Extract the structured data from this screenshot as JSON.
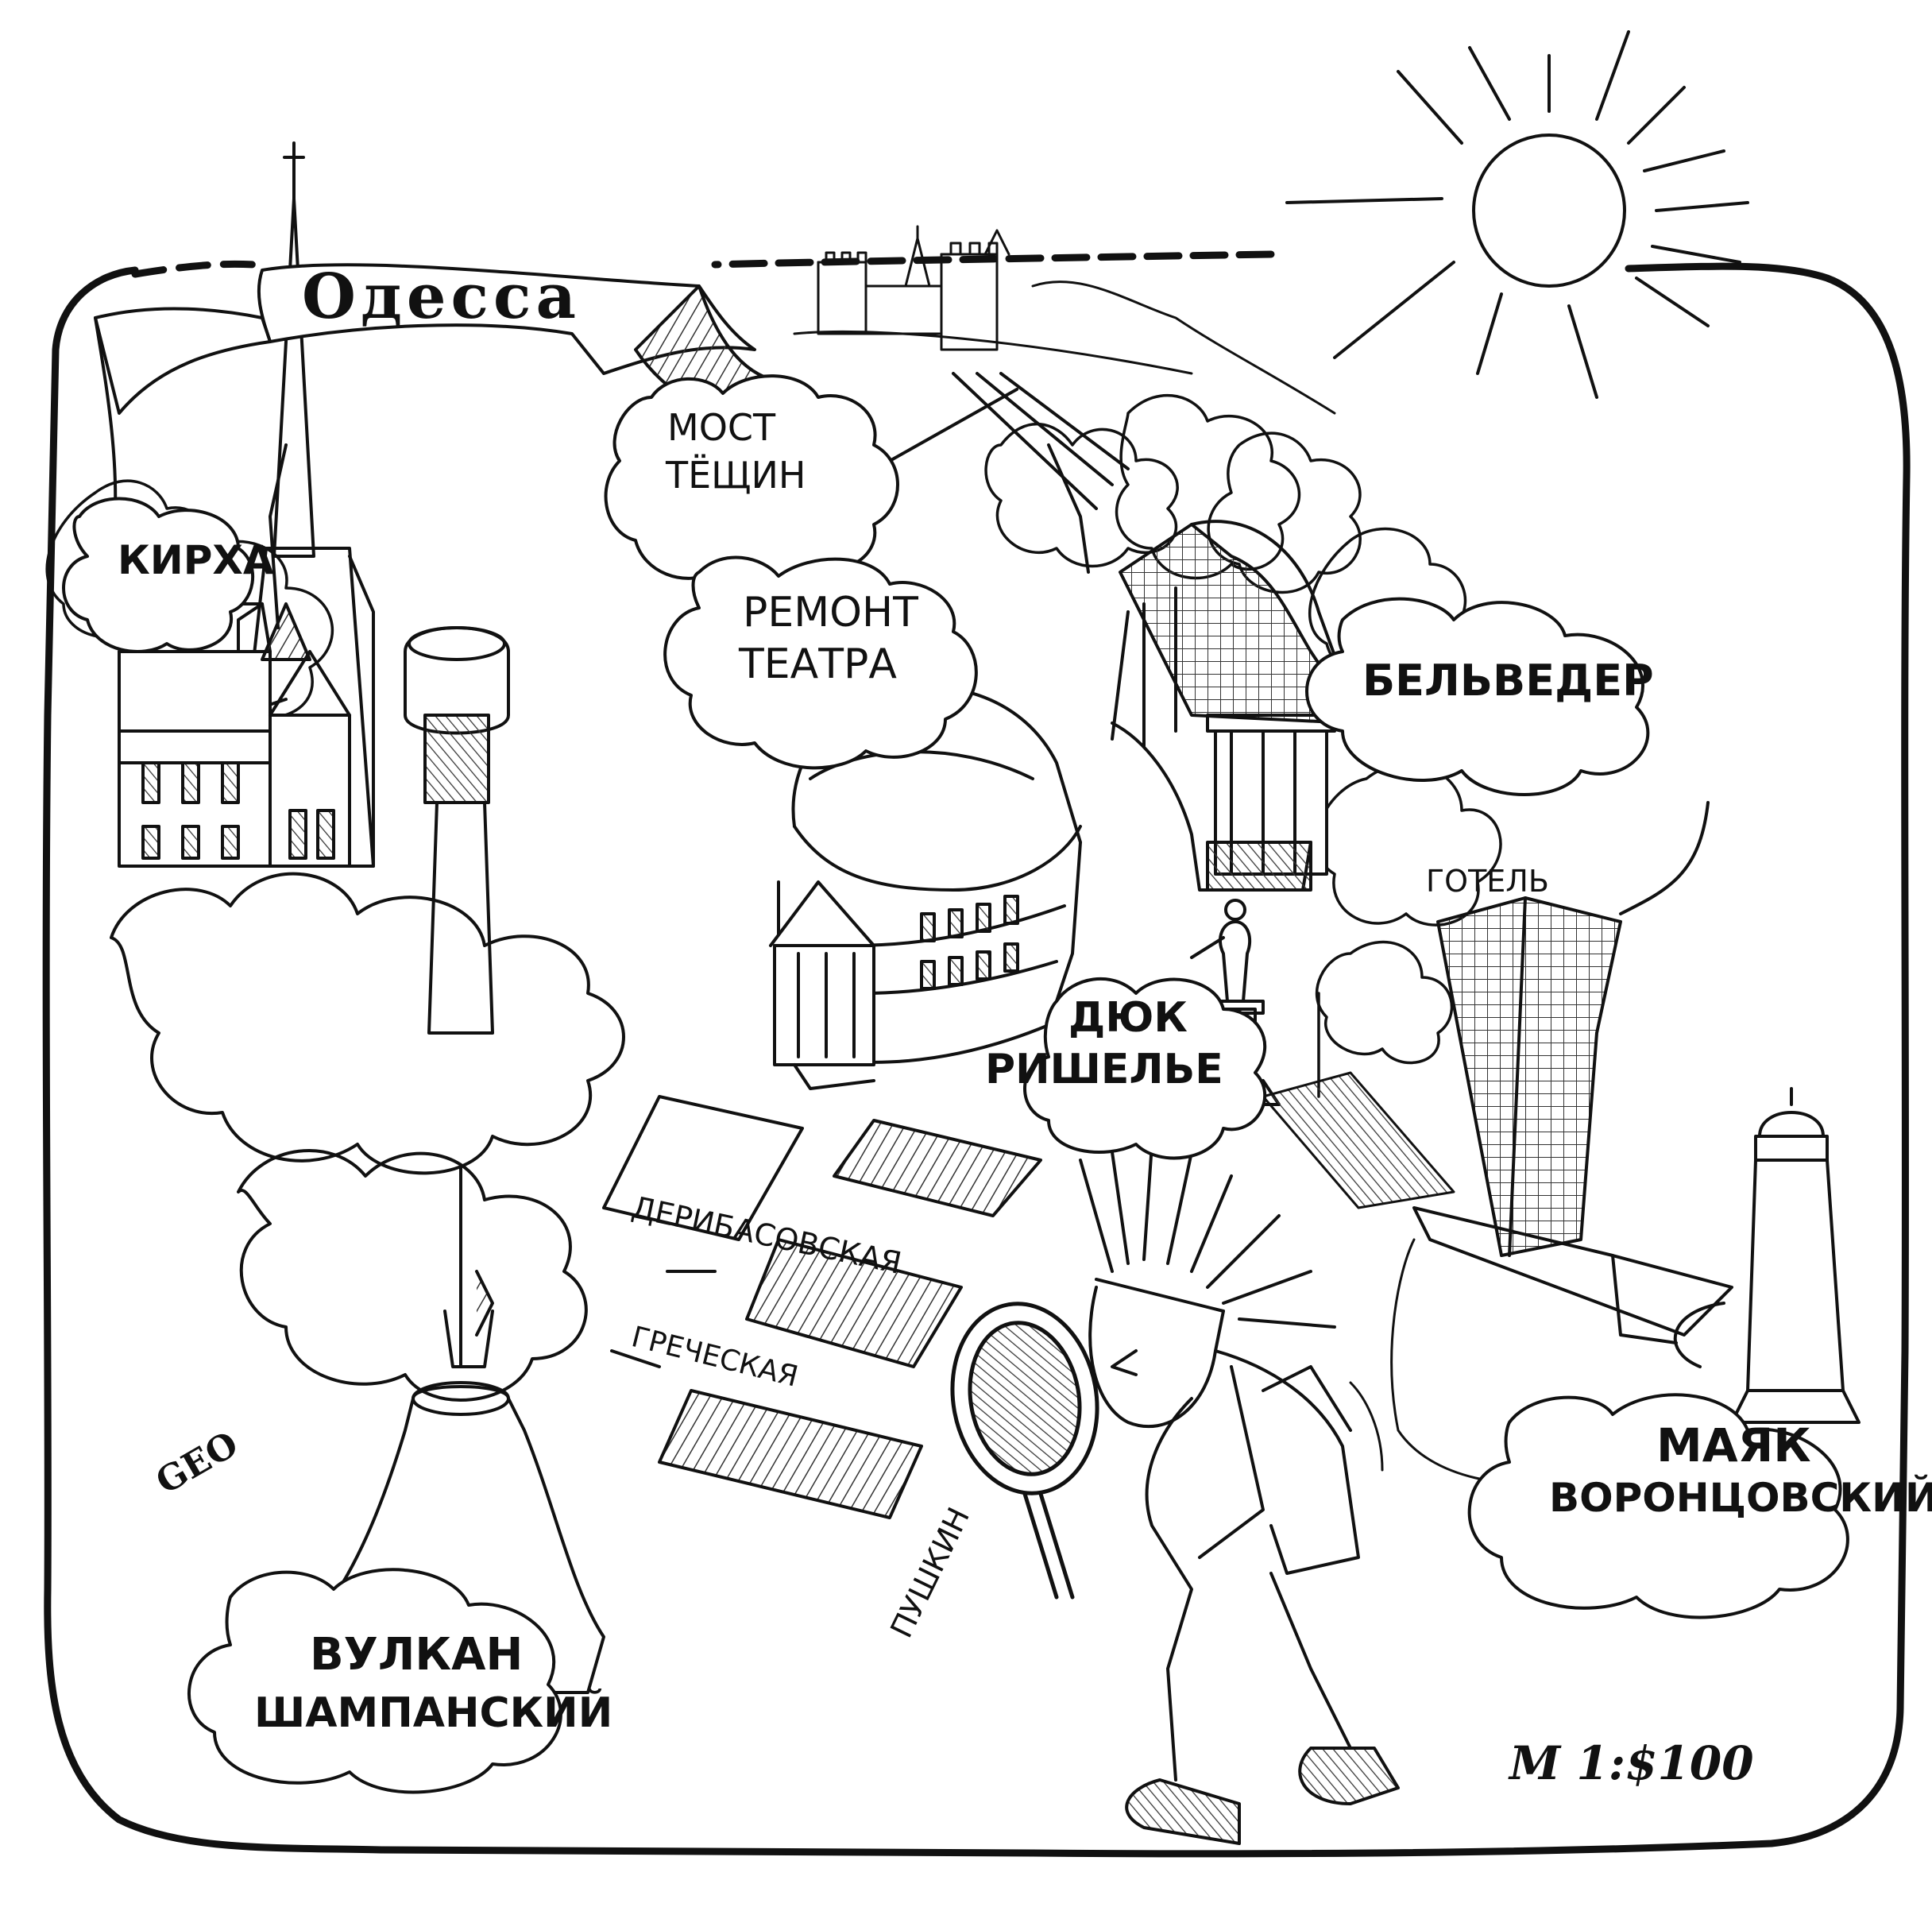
{
  "map": {
    "title": "Одесса",
    "signature": "GEO",
    "scale": "М 1:$100",
    "colors": {
      "ink": "#111111",
      "paper": "#ffffff",
      "hatch": "#333333"
    },
    "places": {
      "kirkha": "КИРХА",
      "bridge_line1": "МОСТ",
      "bridge_line2": "ТЁЩИН",
      "theatre_line1": "РЕМОНТ",
      "theatre_line2": "ТЕАТРА",
      "belvedere": "БЕЛЬВЕДЕР",
      "hotel": "ГОТЕЛЬ",
      "duke_line1": "ДЮК",
      "duke_line2": "РИШЕЛЬЕ",
      "lighthouse_line1": "МАЯК",
      "lighthouse_line2": "ВОРОНЦОВСКИЙ",
      "volcano_line1": "ВУЛКАН",
      "volcano_line2": "ШАМПАНСКИЙ"
    },
    "streets": {
      "deribasovskaya": "ДЕРИБАСОВСКАЯ",
      "grecheskaya": "ГРЕЧЕСКАЯ",
      "pushkinskaya": "ПУШКИН"
    },
    "icons": [
      "sun-icon",
      "castle-icon",
      "church-icon",
      "theatre-icon",
      "belvedere-icon",
      "hotel-icon",
      "monument-icon",
      "lighthouse-icon",
      "champagne-bottle-icon",
      "explorer-icon",
      "magnifier-icon"
    ]
  }
}
